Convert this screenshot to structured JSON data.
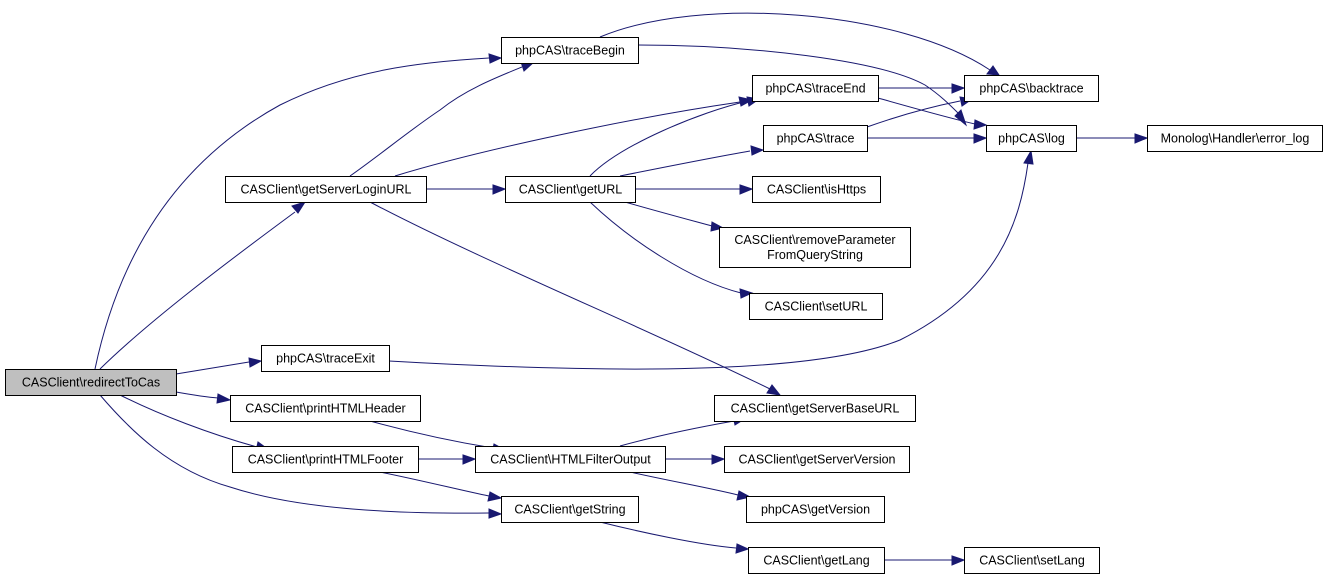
{
  "diagram": {
    "title": "",
    "nodes": {
      "redirectToCas": {
        "lines": [
          "CASClient\\redirectToCas"
        ]
      },
      "getServerLoginURL": {
        "lines": [
          "CASClient\\getServerLoginURL"
        ]
      },
      "traceExit": {
        "lines": [
          "phpCAS\\traceExit"
        ]
      },
      "printHTMLHeader": {
        "lines": [
          "CASClient\\printHTMLHeader"
        ]
      },
      "printHTMLFooter": {
        "lines": [
          "CASClient\\printHTMLFooter"
        ]
      },
      "traceBegin": {
        "lines": [
          "phpCAS\\traceBegin"
        ]
      },
      "getURL": {
        "lines": [
          "CASClient\\getURL"
        ]
      },
      "HTMLFilterOutput": {
        "lines": [
          "CASClient\\HTMLFilterOutput"
        ]
      },
      "getString": {
        "lines": [
          "CASClient\\getString"
        ]
      },
      "traceEnd": {
        "lines": [
          "phpCAS\\traceEnd"
        ]
      },
      "trace": {
        "lines": [
          "phpCAS\\trace"
        ]
      },
      "isHttps": {
        "lines": [
          "CASClient\\isHttps"
        ]
      },
      "removeParameterFromQueryString": {
        "lines": [
          "CASClient\\removeParameter",
          "FromQueryString"
        ]
      },
      "setURL": {
        "lines": [
          "CASClient\\setURL"
        ]
      },
      "getServerBaseURL": {
        "lines": [
          "CASClient\\getServerBaseURL"
        ]
      },
      "getServerVersion": {
        "lines": [
          "CASClient\\getServerVersion"
        ]
      },
      "getVersion": {
        "lines": [
          "phpCAS\\getVersion"
        ]
      },
      "getLang": {
        "lines": [
          "CASClient\\getLang"
        ]
      },
      "backtrace": {
        "lines": [
          "phpCAS\\backtrace"
        ]
      },
      "log": {
        "lines": [
          "phpCAS\\log"
        ]
      },
      "setLang": {
        "lines": [
          "CASClient\\setLang"
        ]
      },
      "error_log": {
        "lines": [
          "Monolog\\Handler\\error_log"
        ]
      }
    },
    "edges": [
      [
        "redirectToCas",
        "traceBegin"
      ],
      [
        "redirectToCas",
        "getServerLoginURL"
      ],
      [
        "redirectToCas",
        "traceExit"
      ],
      [
        "redirectToCas",
        "printHTMLHeader"
      ],
      [
        "redirectToCas",
        "printHTMLFooter"
      ],
      [
        "redirectToCas",
        "getString"
      ],
      [
        "getServerLoginURL",
        "traceBegin"
      ],
      [
        "getServerLoginURL",
        "traceEnd"
      ],
      [
        "getServerLoginURL",
        "getURL"
      ],
      [
        "getServerLoginURL",
        "getServerBaseURL"
      ],
      [
        "traceBegin",
        "backtrace"
      ],
      [
        "traceBegin",
        "log"
      ],
      [
        "getURL",
        "traceEnd"
      ],
      [
        "getURL",
        "trace"
      ],
      [
        "getURL",
        "isHttps"
      ],
      [
        "getURL",
        "removeParameterFromQueryString"
      ],
      [
        "getURL",
        "setURL"
      ],
      [
        "traceEnd",
        "backtrace"
      ],
      [
        "traceEnd",
        "log"
      ],
      [
        "trace",
        "backtrace"
      ],
      [
        "trace",
        "log"
      ],
      [
        "traceExit",
        "log"
      ],
      [
        "log",
        "error_log"
      ],
      [
        "printHTMLHeader",
        "HTMLFilterOutput"
      ],
      [
        "printHTMLFooter",
        "HTMLFilterOutput"
      ],
      [
        "printHTMLFooter",
        "getString"
      ],
      [
        "HTMLFilterOutput",
        "getServerBaseURL"
      ],
      [
        "HTMLFilterOutput",
        "getServerVersion"
      ],
      [
        "HTMLFilterOutput",
        "getVersion"
      ],
      [
        "getString",
        "getLang"
      ],
      [
        "getLang",
        "setLang"
      ]
    ]
  }
}
